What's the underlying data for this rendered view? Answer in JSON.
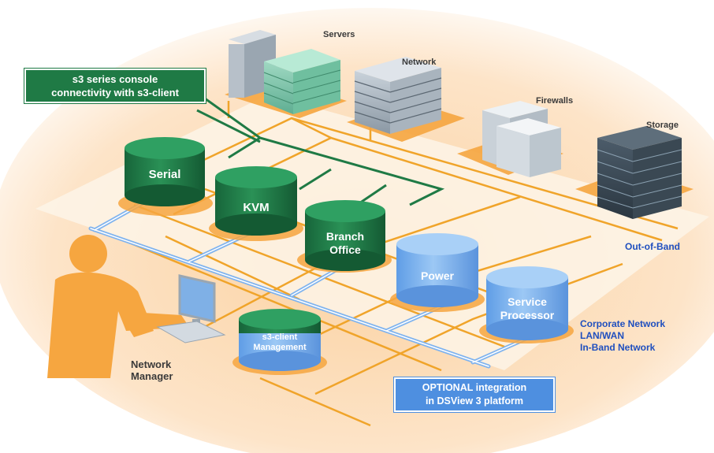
{
  "colors": {
    "background_glow": "#fbdcb6",
    "platform": "#fdf3e6",
    "green": "#1f7a45",
    "blue_cylinder": "#7fb3ee",
    "orange_line": "#f0a42a",
    "blue_text": "#1f4fbf"
  },
  "labels": {
    "servers": "Servers",
    "network": "Network",
    "firewalls": "Firewalls",
    "storage": "Storage",
    "out_of_band": "Out-of-Band",
    "corporate_network": "Corporate Network",
    "lan_wan": "LAN/WAN",
    "in_band_network": "In-Band Network",
    "network_manager_1": "Network",
    "network_manager_2": "Manager"
  },
  "callouts": {
    "s3_series_line1": "s3 series console",
    "s3_series_line2": "connectivity with s3-client",
    "optional_line1": "OPTIONAL integration",
    "optional_line2": "in DSView 3 platform"
  },
  "cylinders": {
    "serial": "Serial",
    "kvm": "KVM",
    "branch_office_1": "Branch",
    "branch_office_2": "Office",
    "power": "Power",
    "service_processor_1": "Service",
    "service_processor_2": "Processor",
    "s3_client_1": "s3-client",
    "s3_client_2": "Management"
  },
  "icons": [
    "server-rack-icon",
    "network-switch-icon",
    "firewall-icon",
    "storage-array-icon",
    "person-silhouette-icon",
    "monitor-icon",
    "keyboard-icon"
  ]
}
